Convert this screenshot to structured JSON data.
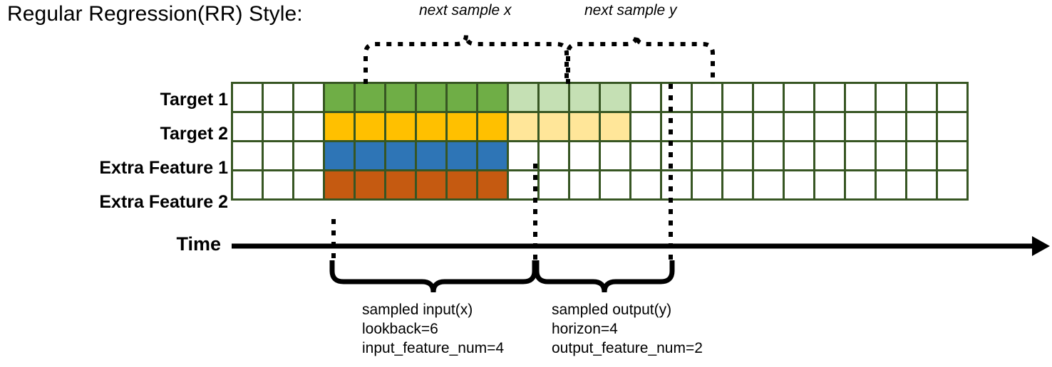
{
  "title": "Regular Regression(RR) Style:",
  "colors": {
    "border": "#375623",
    "target1": "#6FAE46",
    "target1_light": "#C5E0B4",
    "target2": "#FFC000",
    "target2_light": "#FFE699",
    "extra1": "#2E75B6",
    "extra2": "#C55A11",
    "empty": "#FFFFFF",
    "line": "#000000"
  },
  "grid": {
    "columns": 24,
    "empty_lead": 3,
    "input_span": 6,
    "output_span": 4,
    "rows": [
      {
        "label": "Target 1",
        "name": "target-1",
        "fills": [
          "#FFFFFF",
          "#FFFFFF",
          "#FFFFFF",
          "#6FAE46",
          "#6FAE46",
          "#6FAE46",
          "#6FAE46",
          "#6FAE46",
          "#6FAE46",
          "#C5E0B4",
          "#C5E0B4",
          "#C5E0B4",
          "#C5E0B4",
          "#FFFFFF",
          "#FFFFFF",
          "#FFFFFF",
          "#FFFFFF",
          "#FFFFFF",
          "#FFFFFF",
          "#FFFFFF",
          "#FFFFFF",
          "#FFFFFF",
          "#FFFFFF",
          "#FFFFFF"
        ]
      },
      {
        "label": "Target 2",
        "name": "target-2",
        "fills": [
          "#FFFFFF",
          "#FFFFFF",
          "#FFFFFF",
          "#FFC000",
          "#FFC000",
          "#FFC000",
          "#FFC000",
          "#FFC000",
          "#FFC000",
          "#FFE699",
          "#FFE699",
          "#FFE699",
          "#FFE699",
          "#FFFFFF",
          "#FFFFFF",
          "#FFFFFF",
          "#FFFFFF",
          "#FFFFFF",
          "#FFFFFF",
          "#FFFFFF",
          "#FFFFFF",
          "#FFFFFF",
          "#FFFFFF",
          "#FFFFFF"
        ]
      },
      {
        "label": "Extra Feature 1",
        "name": "extra-feature-1",
        "fills": [
          "#FFFFFF",
          "#FFFFFF",
          "#FFFFFF",
          "#2E75B6",
          "#2E75B6",
          "#2E75B6",
          "#2E75B6",
          "#2E75B6",
          "#2E75B6",
          "#FFFFFF",
          "#FFFFFF",
          "#FFFFFF",
          "#FFFFFF",
          "#FFFFFF",
          "#FFFFFF",
          "#FFFFFF",
          "#FFFFFF",
          "#FFFFFF",
          "#FFFFFF",
          "#FFFFFF",
          "#FFFFFF",
          "#FFFFFF",
          "#FFFFFF",
          "#FFFFFF"
        ]
      },
      {
        "label": "Extra Feature 2",
        "name": "extra-feature-2",
        "fills": [
          "#FFFFFF",
          "#FFFFFF",
          "#FFFFFF",
          "#C55A11",
          "#C55A11",
          "#C55A11",
          "#C55A11",
          "#C55A11",
          "#C55A11",
          "#FFFFFF",
          "#FFFFFF",
          "#FFFFFF",
          "#FFFFFF",
          "#FFFFFF",
          "#FFFFFF",
          "#FFFFFF",
          "#FFFFFF",
          "#FFFFFF",
          "#FFFFFF",
          "#FFFFFF",
          "#FFFFFF",
          "#FFFFFF",
          "#FFFFFF",
          "#FFFFFF"
        ]
      }
    ]
  },
  "time_axis": {
    "label": "Time"
  },
  "top_annotations": [
    {
      "text": "next sample x",
      "name": "next-sample-x"
    },
    {
      "text": "next sample y",
      "name": "next-sample-y"
    }
  ],
  "bottom_annotations": [
    {
      "name": "sampled-input",
      "line1": "sampled input(x)",
      "line2": "lookback=6",
      "line3": "input_feature_num=4"
    },
    {
      "name": "sampled-output",
      "line1": "sampled output(y)",
      "line2": "horizon=4",
      "line3": "output_feature_num=2"
    }
  ]
}
